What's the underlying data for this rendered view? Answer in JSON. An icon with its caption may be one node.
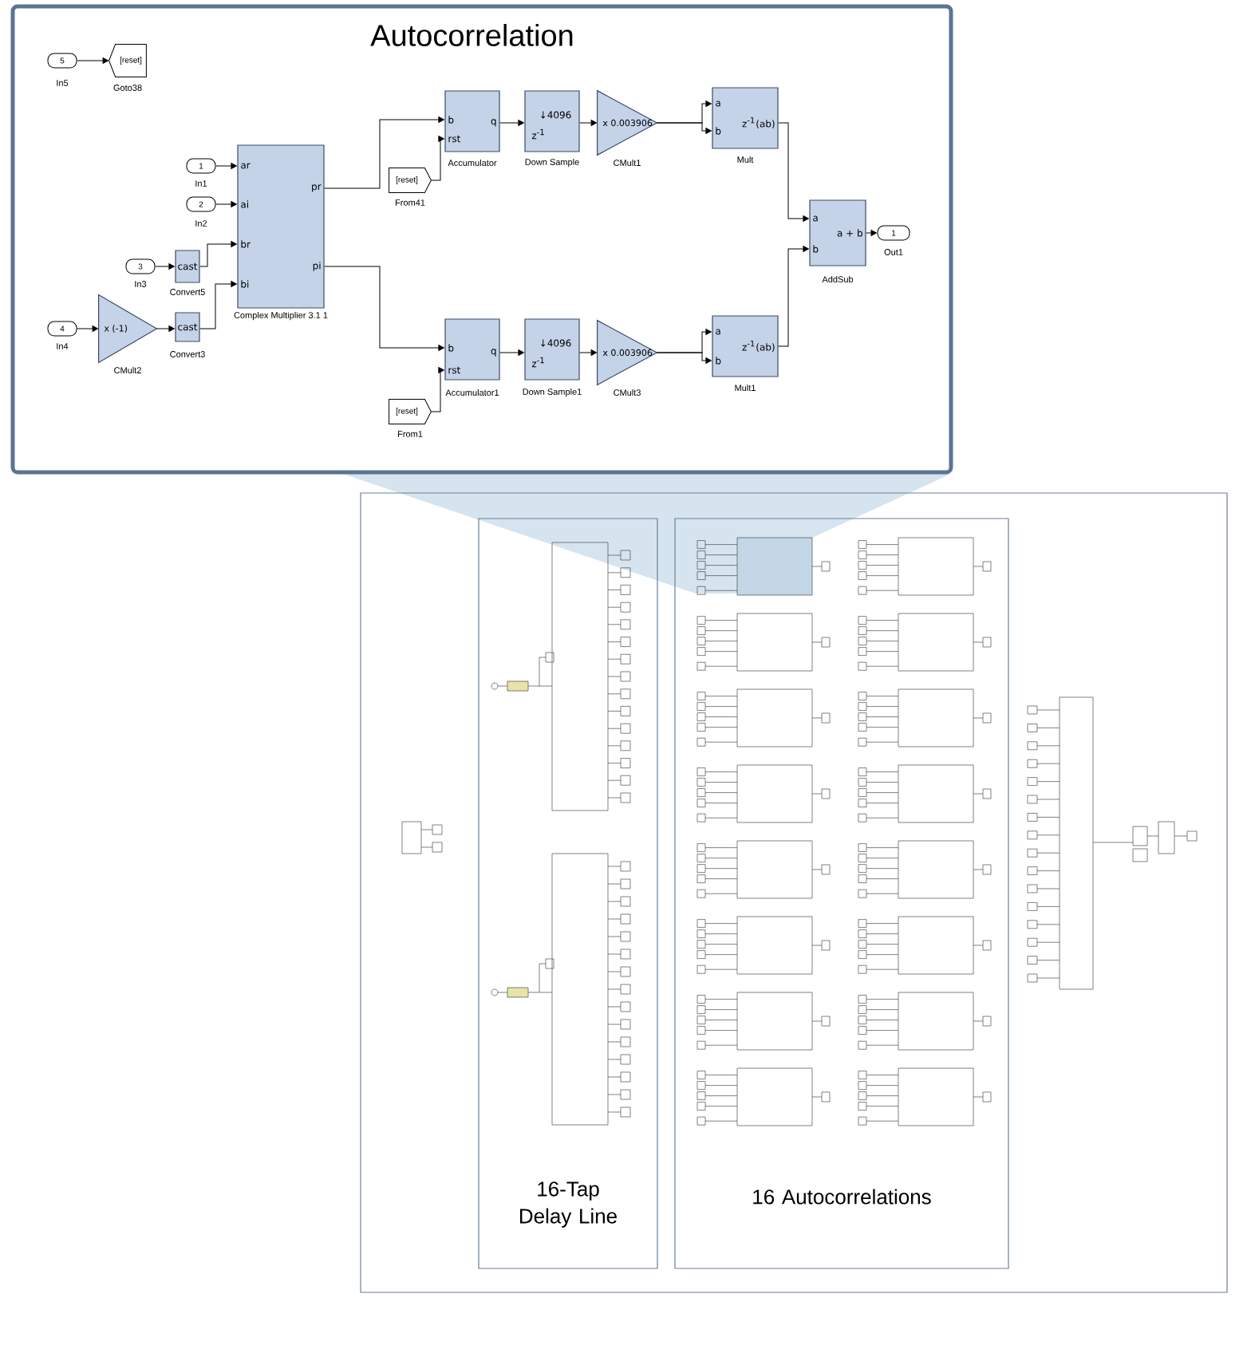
{
  "diagram": {
    "nodes": [
      {
        "text": [
          "Autocorrelation"
        ]
      },
      {
        "text": [
          "5",
          "In5"
        ],
        "in": 0
      },
      {
        "text": [
          "[reset]",
          "Goto38"
        ],
        "in": 0
      },
      {
        "text": [
          "1",
          "In1"
        ],
        "in": 0
      },
      {
        "text": [
          "2",
          "In2"
        ],
        "in": 0
      },
      {
        "text": [
          "3",
          "In3"
        ],
        "in": 0
      },
      {
        "text": [
          "4",
          "In4"
        ],
        "in": 0
      },
      {
        "text": [
          "x (-1)",
          "CMult2"
        ],
        "in": 0
      },
      {
        "text": [
          "cast",
          "Convert5"
        ],
        "in": 0
      },
      {
        "text": [
          "cast",
          "Convert3"
        ],
        "in": 0
      },
      {
        "text": [
          "ar",
          "ai",
          "br",
          "bi",
          "pr",
          "pi",
          "Complex Multiplier 3.1 1"
        ],
        "in": 0
      },
      {
        "text": [
          "[reset]",
          "From41"
        ],
        "in": 0
      },
      {
        "text": [
          "b",
          "rst",
          "q",
          "Accumulator"
        ],
        "in": 0
      },
      {
        "text": [
          "↓4096",
          "z$^{-1}$",
          "Down Sample"
        ],
        "in": 0
      },
      {
        "text": [
          "x 0.003906",
          "CMult1"
        ],
        "in": 0
      },
      {
        "text": [
          "a",
          "b",
          "z$^{-1}$(ab)",
          "Mult"
        ],
        "in": 0
      },
      {
        "text": [
          "[reset]",
          "From1"
        ],
        "in": 0
      },
      {
        "text": [
          "b",
          "rst",
          "q",
          "Accumulator1"
        ],
        "in": 0
      },
      {
        "text": [
          "↓4096",
          "z$^{-1}$",
          "Down Sample1"
        ],
        "in": 0
      },
      {
        "text": [
          "x 0.003906",
          "CMult3"
        ],
        "in": 0
      },
      {
        "text": [
          "a",
          "b",
          "z$^{-1}$(ab)",
          "Mult1"
        ],
        "in": 0
      },
      {
        "text": [
          "a",
          "b",
          "a + b",
          "AddSub"
        ],
        "in": 0
      },
      {
        "text": [
          "1",
          "Out1"
        ],
        "in": 0
      },
      {
        "text": [],
        "shape": "box"
      },
      {
        "text": [
          "16-Tap Delay Line"
        ],
        "in": 23
      },
      {
        "text": [
          "16 Autocorrelations"
        ],
        "in": 23
      }
    ],
    "edges": [
      {
        "from": 1,
        "to": 2,
        "arrow": "to"
      },
      {
        "from": 3,
        "to": 10,
        "arrow": "to"
      },
      {
        "from": 4,
        "to": 10,
        "arrow": "to"
      },
      {
        "from": 5,
        "to": 8,
        "arrow": "to"
      },
      {
        "from": 8,
        "to": 10,
        "arrow": "to"
      },
      {
        "from": 6,
        "to": 7,
        "arrow": "to"
      },
      {
        "from": 7,
        "to": 9,
        "arrow": "to"
      },
      {
        "from": 9,
        "to": 10,
        "arrow": "to"
      },
      {
        "from": 10,
        "to": 12,
        "arrow": "to"
      },
      {
        "from": 10,
        "to": 17,
        "arrow": "to"
      },
      {
        "from": 11,
        "to": 12,
        "arrow": "to"
      },
      {
        "from": 16,
        "to": 17,
        "arrow": "to"
      },
      {
        "from": 12,
        "to": 13,
        "arrow": "to"
      },
      {
        "from": 13,
        "to": 14,
        "arrow": "to"
      },
      {
        "from": 14,
        "to": 15,
        "arrow": "to"
      },
      {
        "from": 14,
        "to": 15,
        "arrow": "to"
      },
      {
        "from": 15,
        "to": 21,
        "arrow": "to"
      },
      {
        "from": 17,
        "to": 18,
        "arrow": "to"
      },
      {
        "from": 18,
        "to": 19,
        "arrow": "to"
      },
      {
        "from": 19,
        "to": 20,
        "arrow": "to"
      },
      {
        "from": 19,
        "to": 20,
        "arrow": "to"
      },
      {
        "from": 20,
        "to": 21,
        "arrow": "to"
      },
      {
        "from": 21,
        "to": 22,
        "arrow": "to"
      }
    ]
  }
}
